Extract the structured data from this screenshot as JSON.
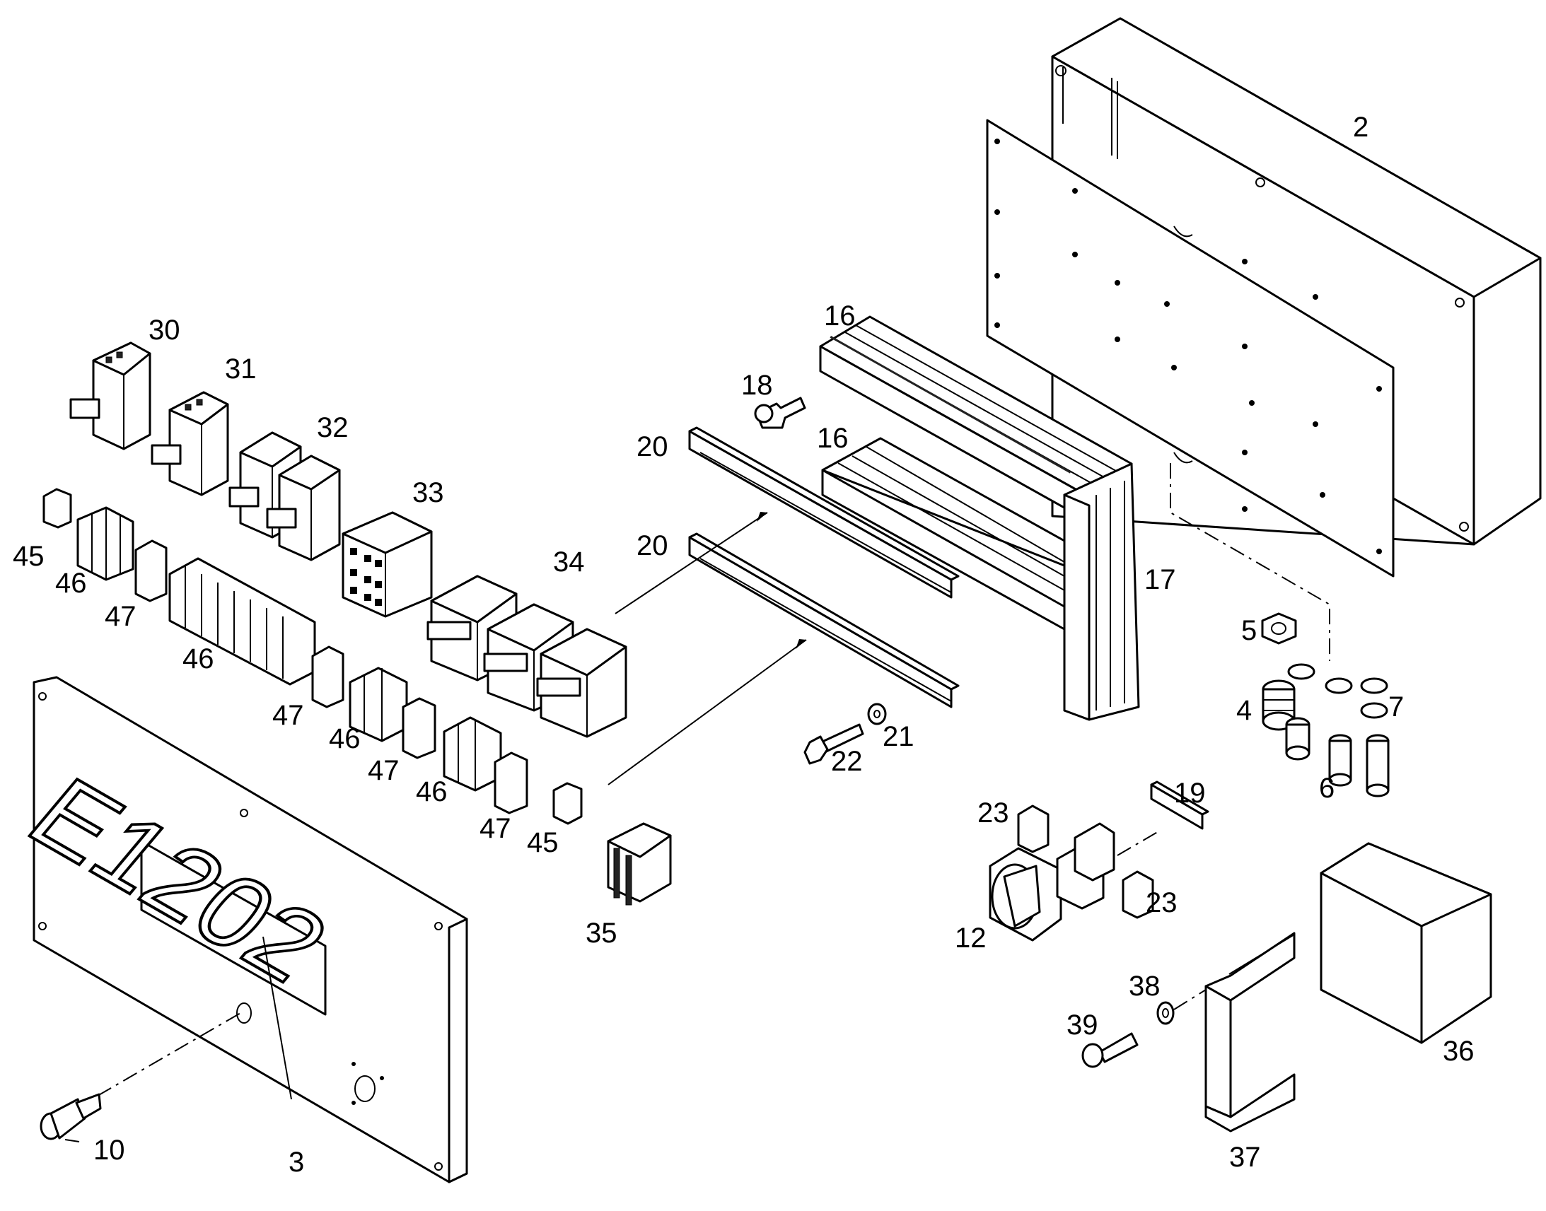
{
  "diagram": {
    "nameplate_text": "E1202",
    "labels": {
      "p2": "2",
      "p3": "3",
      "p4": "4",
      "p5": "5",
      "p6": "6",
      "p7": "7",
      "p10": "10",
      "p12": "12",
      "p16a": "16",
      "p16b": "16",
      "p17": "17",
      "p18": "18",
      "p19": "19",
      "p20a": "20",
      "p20b": "20",
      "p21": "21",
      "p22": "22",
      "p23a": "23",
      "p23b": "23",
      "p30": "30",
      "p31": "31",
      "p32": "32",
      "p33": "33",
      "p34": "34",
      "p35": "35",
      "p36": "36",
      "p37": "37",
      "p38": "38",
      "p39": "39",
      "p45a": "45",
      "p45b": "45",
      "p46a": "46",
      "p46b": "46",
      "p46c": "46",
      "p46d": "46",
      "p47a": "47",
      "p47b": "47",
      "p47c": "47",
      "p47d": "47"
    }
  }
}
